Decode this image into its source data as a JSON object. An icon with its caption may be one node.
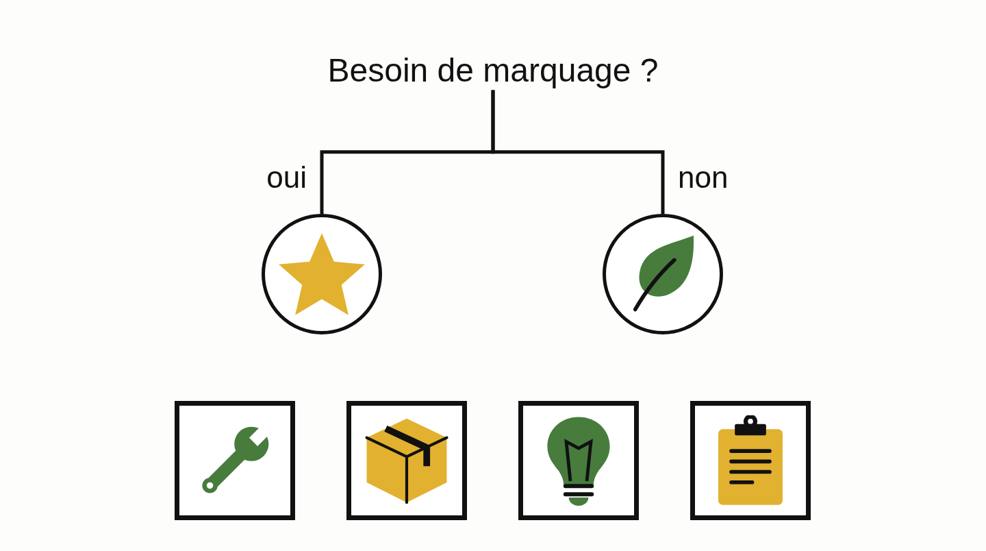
{
  "diagram": {
    "nodes": [
      {
        "text": [
          "Besoin de marquage ?"
        ]
      },
      {
        "text": [],
        "shape": "circle"
      },
      {
        "text": [],
        "shape": "circle"
      },
      {
        "text": [],
        "shape": "box"
      },
      {
        "text": [],
        "shape": "box"
      },
      {
        "text": [],
        "shape": "box"
      },
      {
        "text": [],
        "shape": "box"
      }
    ],
    "edges": [
      {
        "from": 0,
        "to": 1,
        "label": "oui",
        "arrow": "none"
      },
      {
        "from": 0,
        "to": 2,
        "label": "non",
        "arrow": "none"
      }
    ]
  }
}
